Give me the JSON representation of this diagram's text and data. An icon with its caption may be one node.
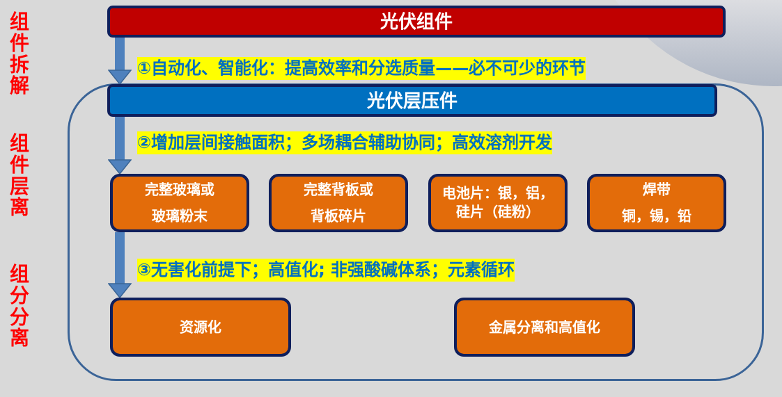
{
  "diagram": {
    "nodes": [
      {
        "text": [
          "光伏组件"
        ]
      },
      {
        "text": [],
        "shape": "box"
      },
      {
        "text": [
          "光伏层压件"
        ],
        "in": 1
      },
      {
        "text": [
          "完整玻璃或玻璃粉末"
        ],
        "in": 1
      },
      {
        "text": [
          "完整背板或背板碎片"
        ],
        "in": 1
      },
      {
        "text": [
          "电池片：银，铝，硅片（硅粉）"
        ],
        "in": 1
      },
      {
        "text": [
          "焊带",
          "铜，锡，铅"
        ],
        "in": 1
      },
      {
        "text": [
          "资源化"
        ],
        "in": 1
      },
      {
        "text": [
          "金属分离和高值化"
        ],
        "in": 1
      }
    ],
    "edges": [
      {
        "from": 0,
        "to": 2,
        "arrow": "to",
        "label": "①自动化、智能化：提高效率和分选质量——必不可少的环节"
      },
      {
        "from": 2,
        "to": 3,
        "arrow": "to",
        "label": "②增加层间接触面积；多场耦合辅助协同；高效溶剂开发"
      },
      {
        "from": 3,
        "to": 7,
        "arrow": "to",
        "label": "③无害化前提下；高值化; 非强酸碱体系；元素循环"
      }
    ],
    "labels": [
      "组件拆解",
      "组件层离",
      "组分分离"
    ]
  }
}
